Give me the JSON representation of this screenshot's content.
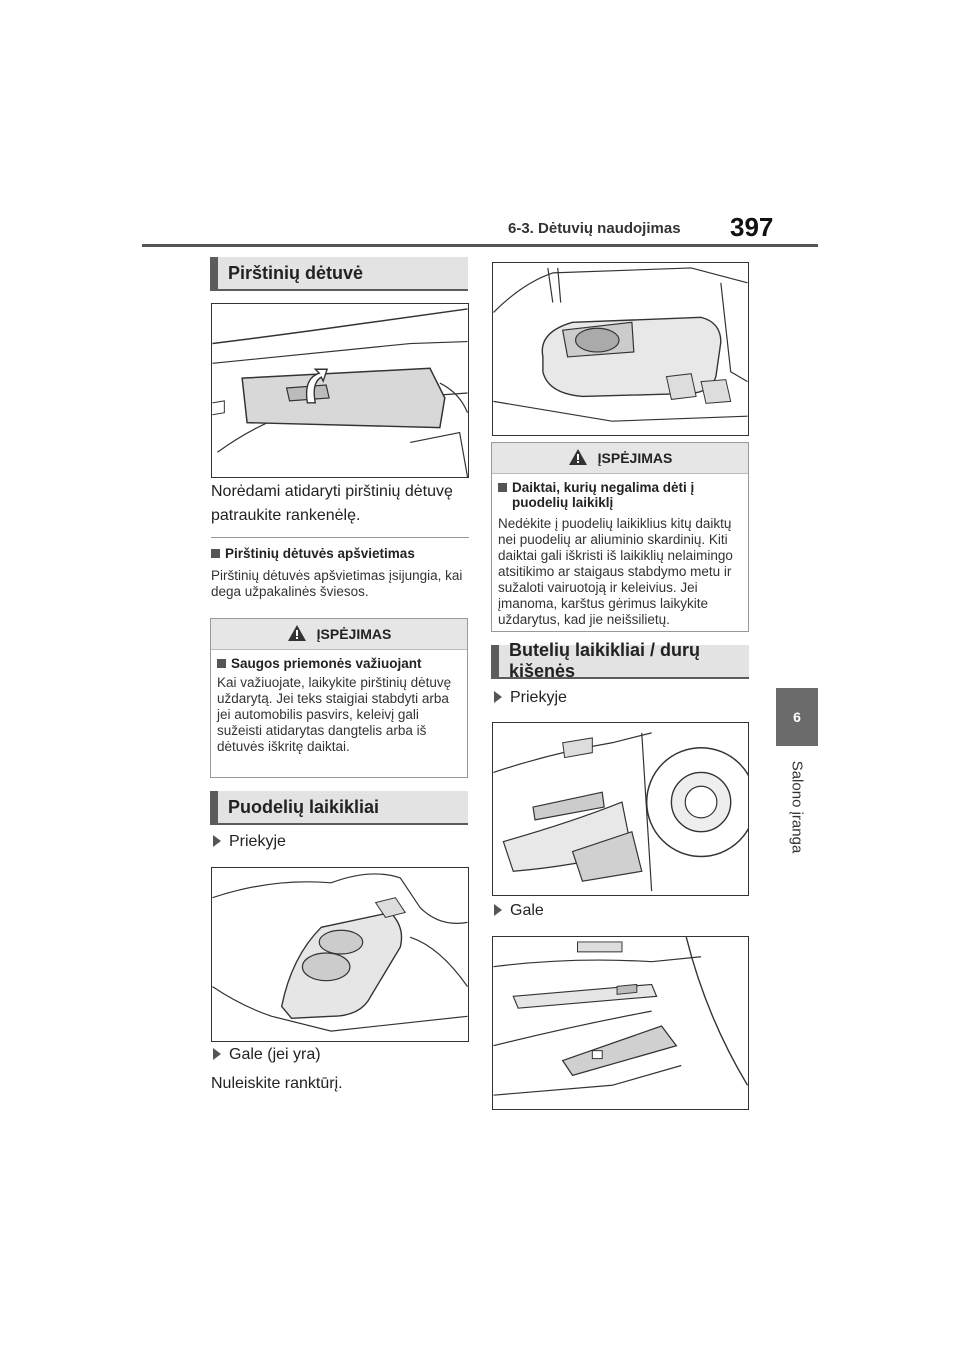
{
  "header": {
    "section": "6-3. Dėtuvių naudojimas",
    "page_number": "397"
  },
  "side": {
    "chapter_number": "6",
    "chapter_title": "Salono įranga"
  },
  "left": {
    "glovebox": {
      "heading": "Pirštinių dėtuvė",
      "instruction": "Norėdami atidaryti pirštinių dėtuvę patraukite rankenėlę.",
      "light_heading": "Pirštinių dėtuvės apšvietimas",
      "light_text": "Pirštinių dėtuvės apšvietimas įsijungia, kai dega užpakalinės šviesos."
    },
    "warning": {
      "title": "ĮSPĖJIMAS",
      "subheading": "Saugos priemonės važiuojant",
      "text": "Kai važiuojate, laikykite pirštinių dėtuvę uždarytą. Jei teks staigiai stabdyti arba jei automobilis pasvirs, keleivį gali sužeisti atidarytas dangtelis arba iš dėtuvės iškritę daiktai."
    },
    "cupholders": {
      "heading": "Puodelių laikikliai",
      "front_label": "Priekyje",
      "rear_label": "Gale (jei yra)",
      "rear_instruction": "Nuleiskite ranktūrį."
    }
  },
  "right": {
    "warning": {
      "title": "ĮSPĖJIMAS",
      "subheading": "Daiktai, kurių negalima dėti į puodelių laikiklį",
      "text": "Nedėkite į puodelių laikiklius kitų daiktų nei puodelių ar aliuminio skardinių. Kiti daiktai gali iškristi iš laikiklių nelaimingo atsitikimo ar staigaus stabdymo metu ir sužaloti vairuotoją ir keleivius. Jei įmanoma, karštus gėrimus laikykite uždarytus, kad jie neišsilietų."
    },
    "bottles": {
      "heading": "Butelių laikikliai / durų kišenės",
      "front_label": "Priekyje",
      "rear_label": "Gale"
    }
  },
  "icons": {
    "warning": "warning-triangle-icon",
    "arrow": "arrow-right-icon",
    "bullet": "square-bullet-icon"
  },
  "colors": {
    "heading_bar": "#e3e3e3",
    "heading_accent": "#5c5c5c",
    "side_tab": "#6b6b6b"
  }
}
